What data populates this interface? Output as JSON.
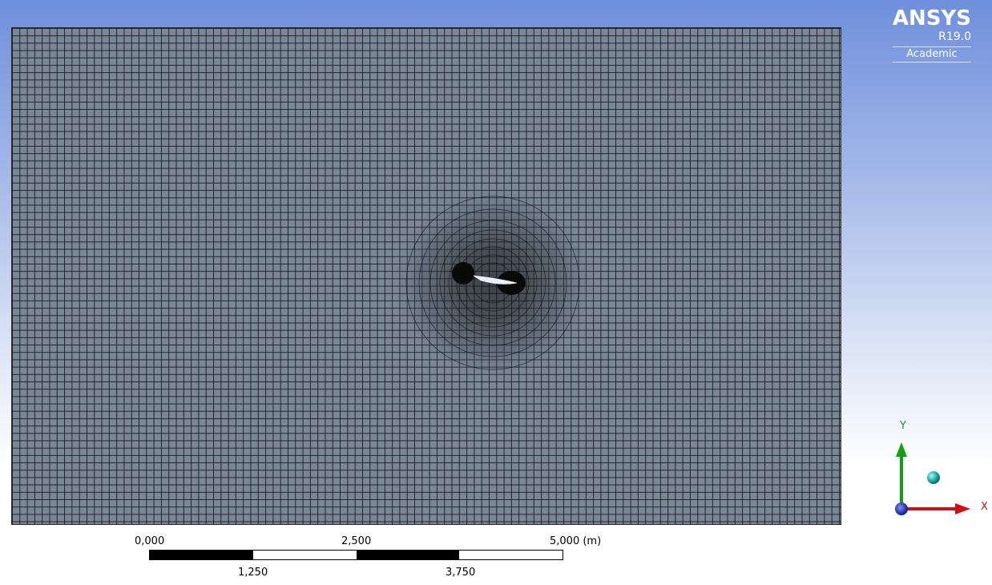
{
  "logo": {
    "brand": "ANSYS",
    "version": "R19.0",
    "edition": "Academic"
  },
  "scale_bar": {
    "labels_top": [
      "0,000",
      "2,500",
      "5,000 (m)"
    ],
    "labels_bottom": [
      "1,250",
      "3,750"
    ]
  },
  "triad": {
    "x_label": "X",
    "y_label": "Y",
    "colors": {
      "x_axis": "#d01010",
      "y_axis": "#10a010",
      "z_axis": "#1020c0",
      "iso_ball": "#20b0b0"
    }
  },
  "mesh": {
    "fill_color": "#7a8797",
    "line_color": "#141414",
    "airfoil_color": "#e8eefa"
  }
}
